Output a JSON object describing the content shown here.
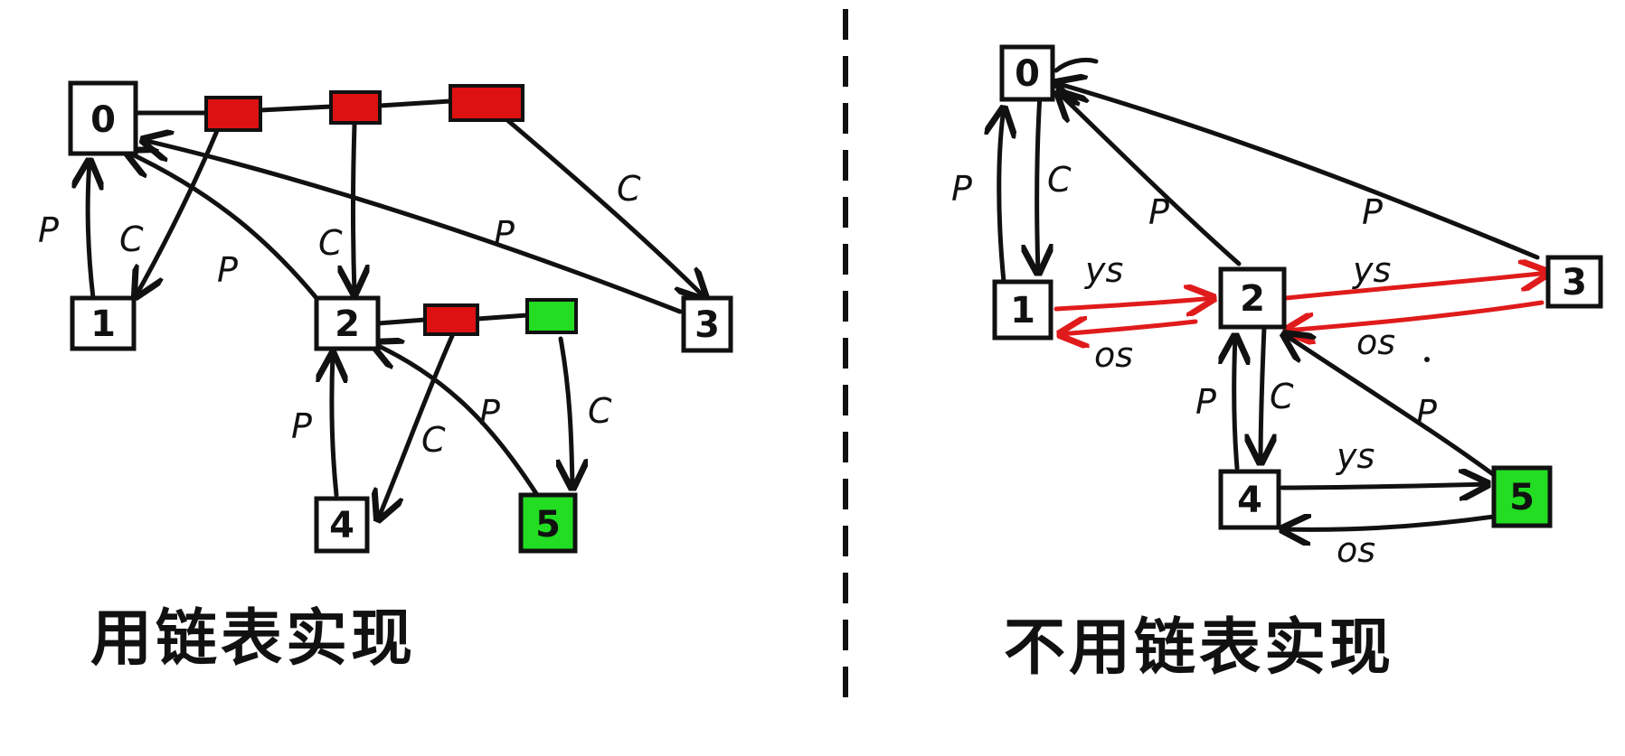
{
  "colors": {
    "ink": "#111111",
    "red_block": "#dd1111",
    "green_block": "#22dd22",
    "red_edge": "#e01b1b",
    "node_fill": "#ffffff"
  },
  "left": {
    "caption": "用链表实现",
    "nodes": {
      "n0": "0",
      "n1": "1",
      "n2": "2",
      "n3": "3",
      "n4": "4",
      "n5": "5"
    },
    "labels": {
      "p_1_0": "P",
      "c_0_1": "C",
      "p_2_0": "P",
      "c_0_2": "C",
      "p_3_0": "P",
      "c_0_3": "C",
      "p_4_2": "P",
      "c_2_4": "C",
      "p_5_2": "P",
      "c_2_5": "C"
    }
  },
  "right": {
    "caption": "不用链表实现",
    "nodes": {
      "n0": "0",
      "n1": "1",
      "n2": "2",
      "n3": "3",
      "n4": "4",
      "n5": "5"
    },
    "labels": {
      "p_1_0": "P",
      "c_0_1": "C",
      "p_2_0": "P",
      "p_3_0": "P",
      "ys_1_2": "ys",
      "os_2_1": "os",
      "ys_2_3": "ys",
      "os_3_2": "os",
      "p_4_2": "P",
      "c_2_4": "C",
      "p_5_2": "P",
      "ys_4_5": "ys",
      "os_5_4": "os"
    }
  }
}
